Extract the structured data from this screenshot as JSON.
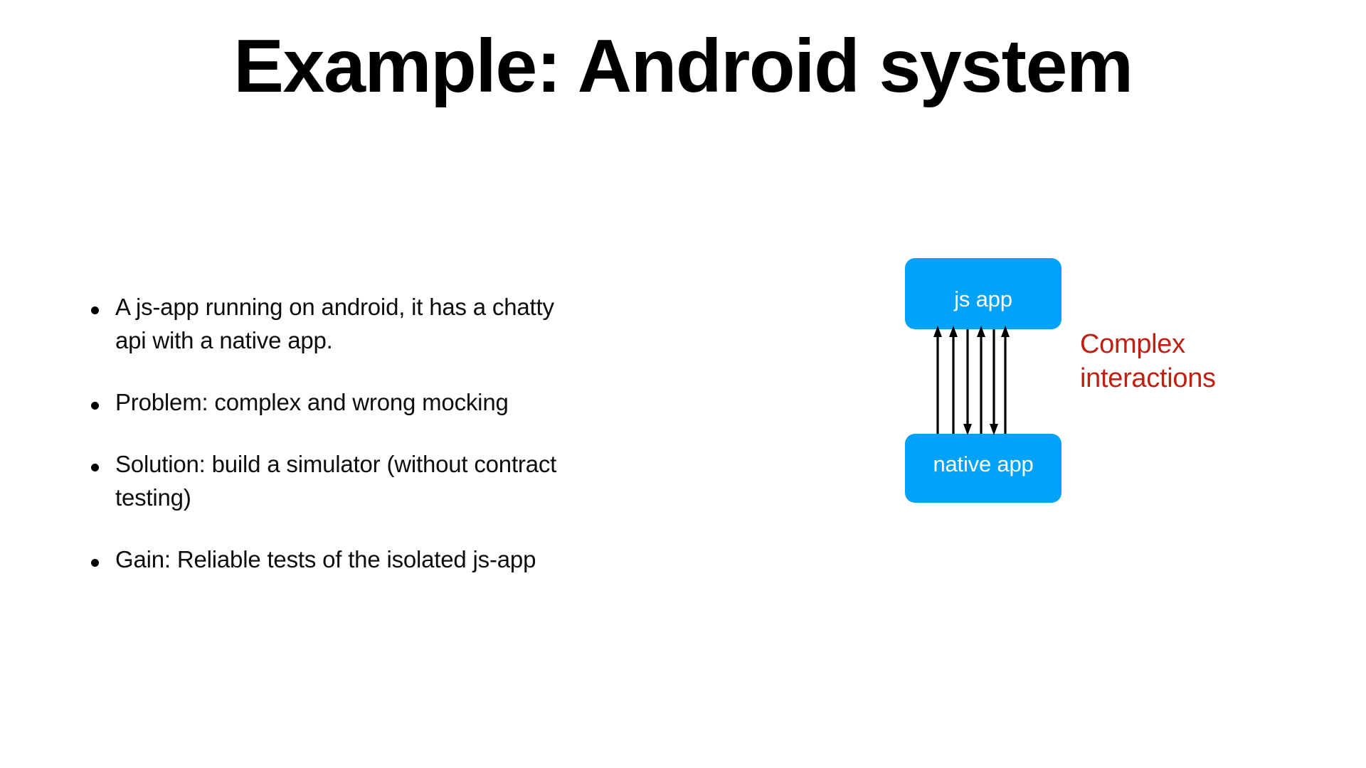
{
  "slide": {
    "title": "Example: Android system",
    "background_color": "#ffffff",
    "bullets": [
      {
        "text": "A js-app running on android, it has a chatty api with a native app."
      },
      {
        "text": "Problem: complex and wrong mocking"
      },
      {
        "text": "Solution: build a simulator (without contract testing)"
      },
      {
        "text": "Gain: Reliable tests of the isolated js-app"
      }
    ],
    "diagram": {
      "node_color": "#01A2F8",
      "node_text_color": "#ffffff",
      "arrow_color": "#000000",
      "annotation_color": "#BF2012",
      "nodes": [
        {
          "id": "js-app",
          "label": "js app"
        },
        {
          "id": "native-app",
          "label": "native app"
        }
      ],
      "arrows": [
        {
          "direction": "up"
        },
        {
          "direction": "up"
        },
        {
          "direction": "down"
        },
        {
          "direction": "up"
        },
        {
          "direction": "down"
        },
        {
          "direction": "up"
        }
      ],
      "annotation": {
        "line1": "Complex",
        "line2": "interactions"
      }
    }
  }
}
